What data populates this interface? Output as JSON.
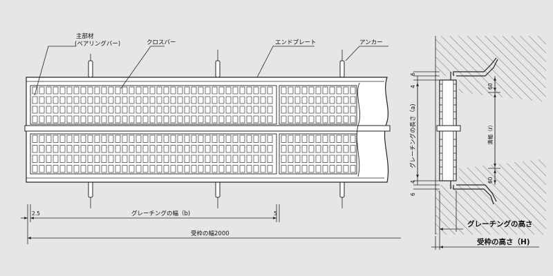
{
  "labels": {
    "main_member": "主部材",
    "bearing_bar": "(ベアリングバー)",
    "cross_bar": "クロスバー",
    "end_plate": "エンドプレート",
    "anchor": "アンカー",
    "grating_width": "グレーチングの幅（b)",
    "frame_width": "受枠の幅2000",
    "grating_length": "グレーチングの長さ（a)",
    "groove_width": "溝幅（ℓ）",
    "grating_height": "グレーチングの高さ",
    "frame_height": "受枠の高さ（H)"
  },
  "dimensions": {
    "left_gap": "2.5",
    "mid_gap": "5",
    "top_6": "6",
    "top_4": "4",
    "top_60": "60",
    "bot_60": "60",
    "bot_4": "4",
    "bot_6": "6"
  },
  "colors": {
    "background": "#e6e6e6",
    "line": "#222222",
    "fill": "#ffffff"
  }
}
